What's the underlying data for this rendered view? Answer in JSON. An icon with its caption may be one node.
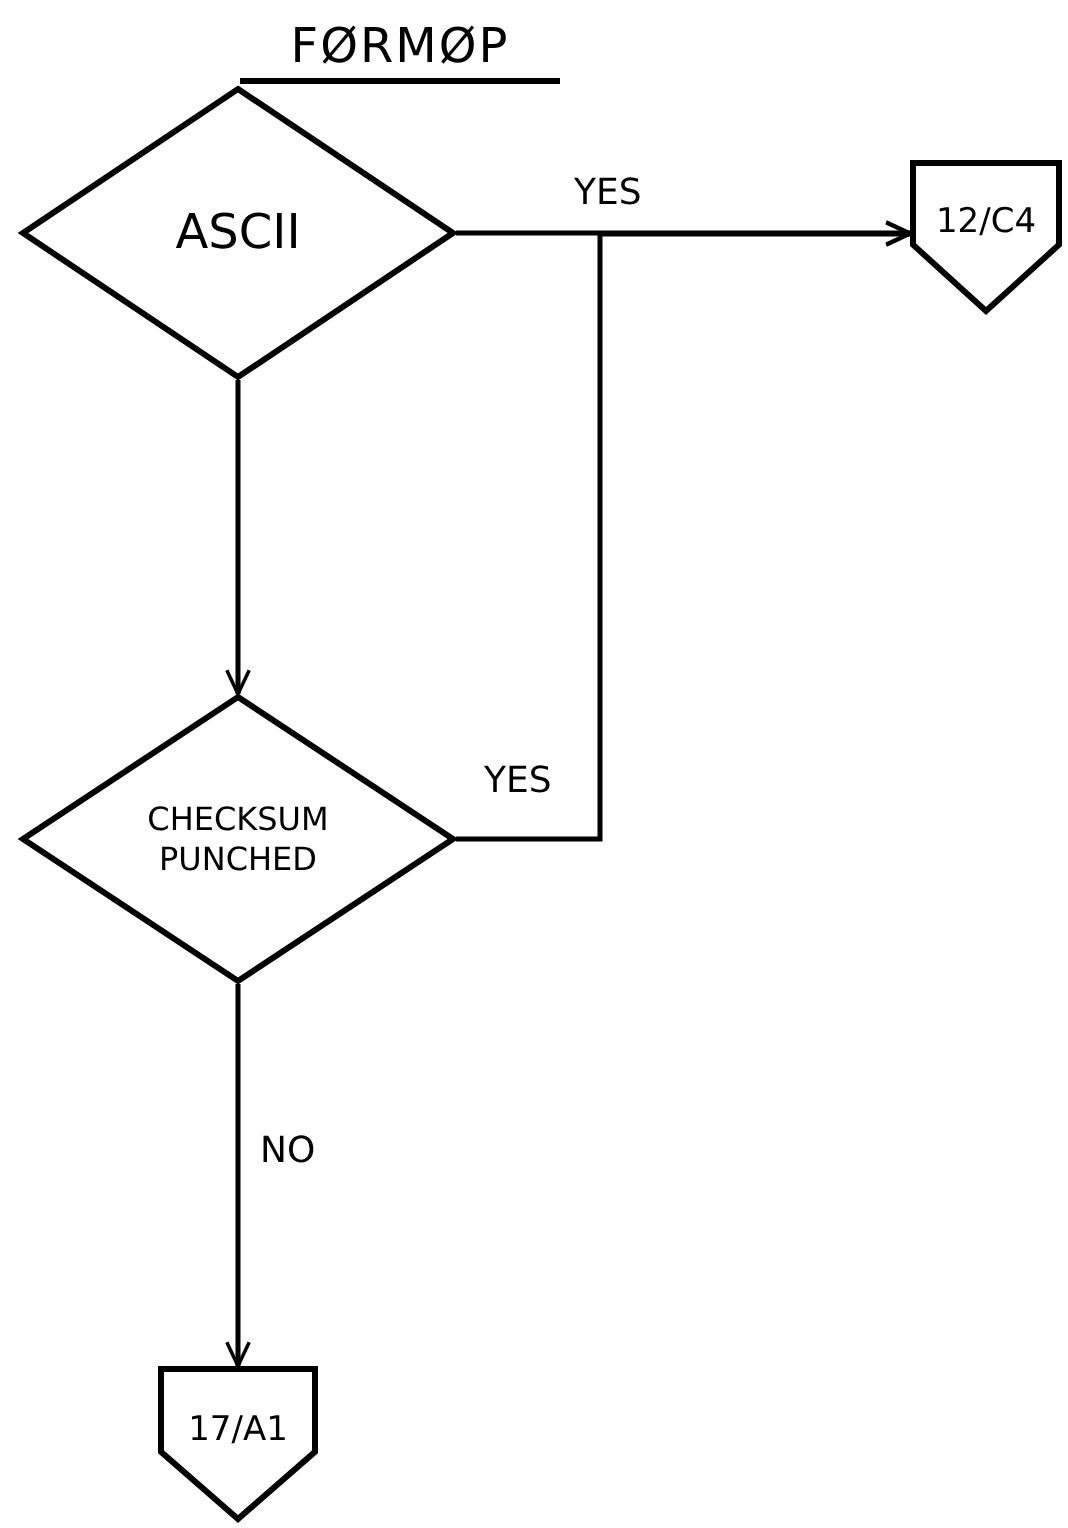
{
  "diagram": {
    "title": "FØRMØP",
    "nodes": [
      {
        "text": [
          "ASCII"
        ]
      },
      {
        "text": [
          "12/C4"
        ]
      },
      {
        "text": [
          "CHECKSUM PUNCHED"
        ]
      },
      {
        "text": [
          "17/A1"
        ]
      }
    ],
    "edges": [
      {
        "from": 0,
        "to": 1,
        "arrow": "to",
        "label": "YES"
      },
      {
        "from": 0,
        "to": 2,
        "arrow": "to"
      },
      {
        "from": 2,
        "to": 1,
        "arrow": "to",
        "label": "YES"
      },
      {
        "from": 2,
        "to": 3,
        "arrow": "to",
        "label": "NO"
      }
    ]
  }
}
